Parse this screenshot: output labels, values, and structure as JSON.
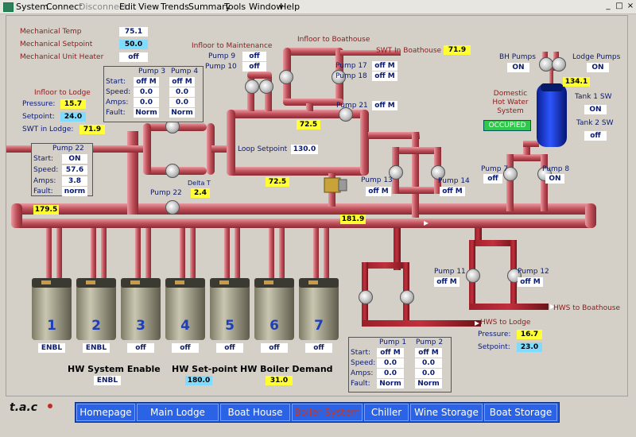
{
  "menu": [
    "System",
    "Connect",
    "Disconnect",
    "Edit",
    "View",
    "Trends",
    "Summary",
    "Tools",
    "Window",
    "Help"
  ],
  "window_controls": [
    "_",
    "□",
    "×"
  ],
  "mech": {
    "temp_label": "Mechanical Temp",
    "temp": "75.1",
    "setpoint_label": "Mechanical Setpoint",
    "setpoint": "50.0",
    "heater_label": "Mechanical Unit Heater",
    "heater": "off"
  },
  "lodge_in": {
    "title": "Infloor to Lodge",
    "pressure_label": "Pressure:",
    "pressure": "15.7",
    "setpoint_label": "Setpoint:",
    "setpoint": "24.0",
    "swt_label": "SWT in Lodge:",
    "swt": "71.9"
  },
  "maint": {
    "title": "Infloor to Maintenance",
    "p9_label": "Pump 9",
    "p9": "off",
    "p10_label": "Pump 10",
    "p10": "off"
  },
  "bh_in": {
    "title": "Infloor to Boathouse",
    "swt_label": "SWT In Boathouse",
    "swt": "71.9",
    "p17_label": "Pump 17",
    "p17": "off M",
    "p18_label": "Pump 18",
    "p18": "off M"
  },
  "p34": {
    "pump3": "Pump 3",
    "pump4": "Pump 4",
    "start_label": "Start:",
    "speed_label": "Speed:",
    "amps_label": "Amps:",
    "fault_label": "Fault:",
    "p3_start": "off M",
    "p3_speed": "0.0",
    "p3_amps": "0.0",
    "p3_fault": "Norm",
    "p4_start": "off M",
    "p4_speed": "0.0",
    "p4_amps": "0.0",
    "p4_fault": "Norm"
  },
  "loop": {
    "setpoint_label": "Loop Setpoint",
    "setpoint": "130.0",
    "top_temp": "72.5",
    "bottom_temp": "72.5",
    "p21_label": "Pump 21",
    "p21": "off M"
  },
  "p22": {
    "title": "Pump 22",
    "start_label": "Start:",
    "start": "ON",
    "speed_label": "Speed:",
    "speed": "57.6",
    "amps_label": "Amps:",
    "amps": "3.8",
    "fault_label": "Fault:",
    "fault": "norm",
    "pump_label": "Pump 22",
    "delta_label": "Delta T",
    "delta": "2.4"
  },
  "p13": {
    "label": "Pump 13",
    "val": "off M"
  },
  "p14": {
    "label": "Pump 14",
    "val": "off M"
  },
  "dhw": {
    "bh_pumps_label": "BH Pumps",
    "bh_pumps": "ON",
    "lodge_pumps_label": "Lodge Pumps",
    "lodge_pumps": "ON",
    "temp": "134.1",
    "title": "Domestic Hot Water System",
    "status": "OCCUPIED",
    "tank1_label": "Tank 1 SW",
    "tank1": "ON",
    "tank2_label": "Tank 2 SW",
    "tank2": "off"
  },
  "p7": {
    "label": "Pump 7",
    "val": "off"
  },
  "p8": {
    "label": "Pump 8",
    "val": "ON"
  },
  "header_left": "179.5",
  "header_right": "181.9",
  "boilers": [
    {
      "num": "1",
      "state": "ENBL"
    },
    {
      "num": "2",
      "state": "ENBL"
    },
    {
      "num": "3",
      "state": "off"
    },
    {
      "num": "4",
      "state": "off"
    },
    {
      "num": "5",
      "state": "off"
    },
    {
      "num": "6",
      "state": "off"
    },
    {
      "num": "7",
      "state": "off"
    }
  ],
  "p11": {
    "label": "Pump 11",
    "val": "off M"
  },
  "p12": {
    "label": "Pump 12",
    "val": "off M"
  },
  "hws": {
    "bh": "HWS to Boathouse",
    "lodge": "HWS to Lodge",
    "pressure_label": "Pressure:",
    "pressure": "16.7",
    "setpoint_label": "Setpoint:",
    "setpoint": "23.0"
  },
  "p12table": {
    "pump1": "Pump 1",
    "pump2": "Pump 2",
    "start_label": "Start:",
    "speed_label": "Speed:",
    "amps_label": "Amps:",
    "fault_label": "Fault:",
    "p1_start": "off M",
    "p1_speed": "0.0",
    "p1_amps": "0.0",
    "p1_fault": "Norm",
    "p2_start": "off M",
    "p2_speed": "0.0",
    "p2_amps": "0.0",
    "p2_fault": "Norm"
  },
  "bottom": {
    "enable_label": "HW System Enable",
    "enable": "ENBL",
    "setpoint_label": "HW Set-point",
    "setpoint": "180.0",
    "demand_label": "HW Boiler Demand",
    "demand": "31.0"
  },
  "logo": "t.a.c",
  "nav": [
    "Homepage",
    "Main Lodge",
    "Boat House",
    "Boiler System",
    "Chiller",
    "Wine Storage",
    "Boat Storage"
  ],
  "nav_active": "Boiler System",
  "colors": {
    "pipe": "#c0505a",
    "pipe_dark": "#7a1f28",
    "yellow": "#ffff33",
    "cyan": "#7fdcff",
    "nav": "#1f55d8",
    "tank": "#1a3fd6"
  },
  "icons": [
    "application-icon",
    "pump-icon",
    "valve-icon",
    "boiler-icon",
    "tank-icon",
    "arrow-icon"
  ]
}
